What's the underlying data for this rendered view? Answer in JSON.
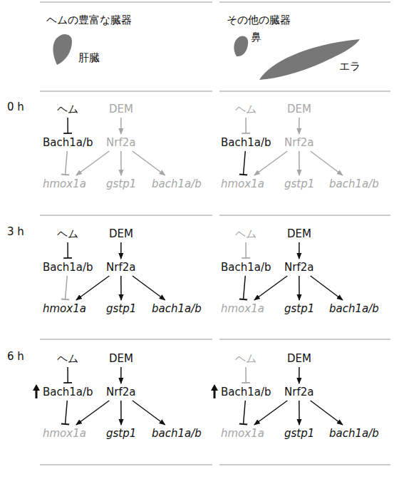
{
  "diagram": {
    "nodes": [
      {
        "text": [
          "ヘム"
        ]
      },
      {
        "text": [
          "DEM"
        ]
      },
      {
        "text": [
          "Bach1a/b"
        ]
      },
      {
        "text": [
          "Nrf2a"
        ]
      },
      {
        "text": [
          "hmox1a"
        ]
      },
      {
        "text": [
          "gstp1"
        ]
      },
      {
        "text": [
          "bach1a/b"
        ]
      },
      {
        "text": [
          "ヘム"
        ]
      },
      {
        "text": [
          "DEM"
        ]
      },
      {
        "text": [
          "Bach1a/b"
        ]
      },
      {
        "text": [
          "Nrf2a"
        ]
      },
      {
        "text": [
          "hmox1a"
        ]
      },
      {
        "text": [
          "gstp1"
        ]
      },
      {
        "text": [
          "bach1a/b"
        ]
      },
      {
        "text": [
          "ヘム"
        ]
      },
      {
        "text": [
          "DEM"
        ]
      },
      {
        "text": [
          "Bach1a/b"
        ]
      },
      {
        "text": [
          "Nrf2a"
        ]
      },
      {
        "text": [
          "hmox1a"
        ]
      },
      {
        "text": [
          "gstp1"
        ]
      },
      {
        "text": [
          "bach1a/b"
        ]
      },
      {
        "text": [
          "ヘム"
        ]
      },
      {
        "text": [
          "DEM"
        ]
      },
      {
        "text": [
          "Bach1a/b"
        ]
      },
      {
        "text": [
          "Nrf2a"
        ]
      },
      {
        "text": [
          "hmox1a"
        ]
      },
      {
        "text": [
          "gstp1"
        ]
      },
      {
        "text": [
          "bach1a/b"
        ]
      },
      {
        "text": [
          "ヘム"
        ]
      },
      {
        "text": [
          "DEM"
        ]
      },
      {
        "text": [
          "Bach1a/b"
        ]
      },
      {
        "text": [
          "Nrf2a"
        ]
      },
      {
        "text": [
          "hmox1a"
        ]
      },
      {
        "text": [
          "gstp1"
        ]
      },
      {
        "text": [
          "bach1a/b"
        ]
      },
      {
        "text": [
          "ヘム"
        ]
      },
      {
        "text": [
          "DEM"
        ]
      },
      {
        "text": [
          "Bach1a/b"
        ]
      },
      {
        "text": [
          "Nrf2a"
        ]
      },
      {
        "text": [
          "hmox1a"
        ]
      },
      {
        "text": [
          "gstp1"
        ]
      },
      {
        "text": [
          "bach1a/b"
        ]
      }
    ],
    "edges": [
      {
        "from": 0,
        "to": 2,
        "arrow": "to"
      },
      {
        "from": 1,
        "to": 3,
        "arrow": "to"
      },
      {
        "from": 2,
        "to": 4,
        "arrow": "to"
      },
      {
        "from": 3,
        "to": 4,
        "arrow": "to"
      },
      {
        "from": 3,
        "to": 5,
        "arrow": "to"
      },
      {
        "from": 3,
        "to": 6,
        "arrow": "to"
      },
      {
        "from": 7,
        "to": 9,
        "arrow": "to"
      },
      {
        "from": 8,
        "to": 10,
        "arrow": "to"
      },
      {
        "from": 9,
        "to": 11,
        "arrow": "to"
      },
      {
        "from": 10,
        "to": 11,
        "arrow": "to"
      },
      {
        "from": 10,
        "to": 12,
        "arrow": "to"
      },
      {
        "from": 10,
        "to": 13,
        "arrow": "to"
      },
      {
        "from": 14,
        "to": 16,
        "arrow": "to"
      },
      {
        "from": 15,
        "to": 17,
        "arrow": "to"
      },
      {
        "from": 16,
        "to": 18,
        "arrow": "to"
      },
      {
        "from": 17,
        "to": 18,
        "arrow": "to"
      },
      {
        "from": 17,
        "to": 19,
        "arrow": "to"
      },
      {
        "from": 17,
        "to": 20,
        "arrow": "to"
      },
      {
        "from": 21,
        "to": 23,
        "arrow": "to"
      },
      {
        "from": 22,
        "to": 24,
        "arrow": "to"
      },
      {
        "from": 23,
        "to": 25,
        "arrow": "to"
      },
      {
        "from": 24,
        "to": 25,
        "arrow": "to"
      },
      {
        "from": 24,
        "to": 26,
        "arrow": "to"
      },
      {
        "from": 24,
        "to": 27,
        "arrow": "to"
      },
      {
        "from": 28,
        "to": 30,
        "arrow": "to"
      },
      {
        "from": 29,
        "to": 31,
        "arrow": "to"
      },
      {
        "from": 30,
        "to": 32,
        "arrow": "to"
      },
      {
        "from": 31,
        "to": 32,
        "arrow": "to"
      },
      {
        "from": 31,
        "to": 33,
        "arrow": "to"
      },
      {
        "from": 31,
        "to": 34,
        "arrow": "to"
      },
      {
        "from": 35,
        "to": 37,
        "arrow": "to"
      },
      {
        "from": 36,
        "to": 38,
        "arrow": "to"
      },
      {
        "from": 37,
        "to": 39,
        "arrow": "to"
      },
      {
        "from": 38,
        "to": 39,
        "arrow": "to"
      },
      {
        "from": 38,
        "to": 40,
        "arrow": "to"
      },
      {
        "from": 38,
        "to": 41,
        "arrow": "to"
      }
    ],
    "labels": [
      "ヘムの豊富な臓器",
      "その他の臓器",
      "肝臓",
      "鼻",
      "エラ",
      "0 h",
      "3 h",
      "6 h"
    ]
  }
}
